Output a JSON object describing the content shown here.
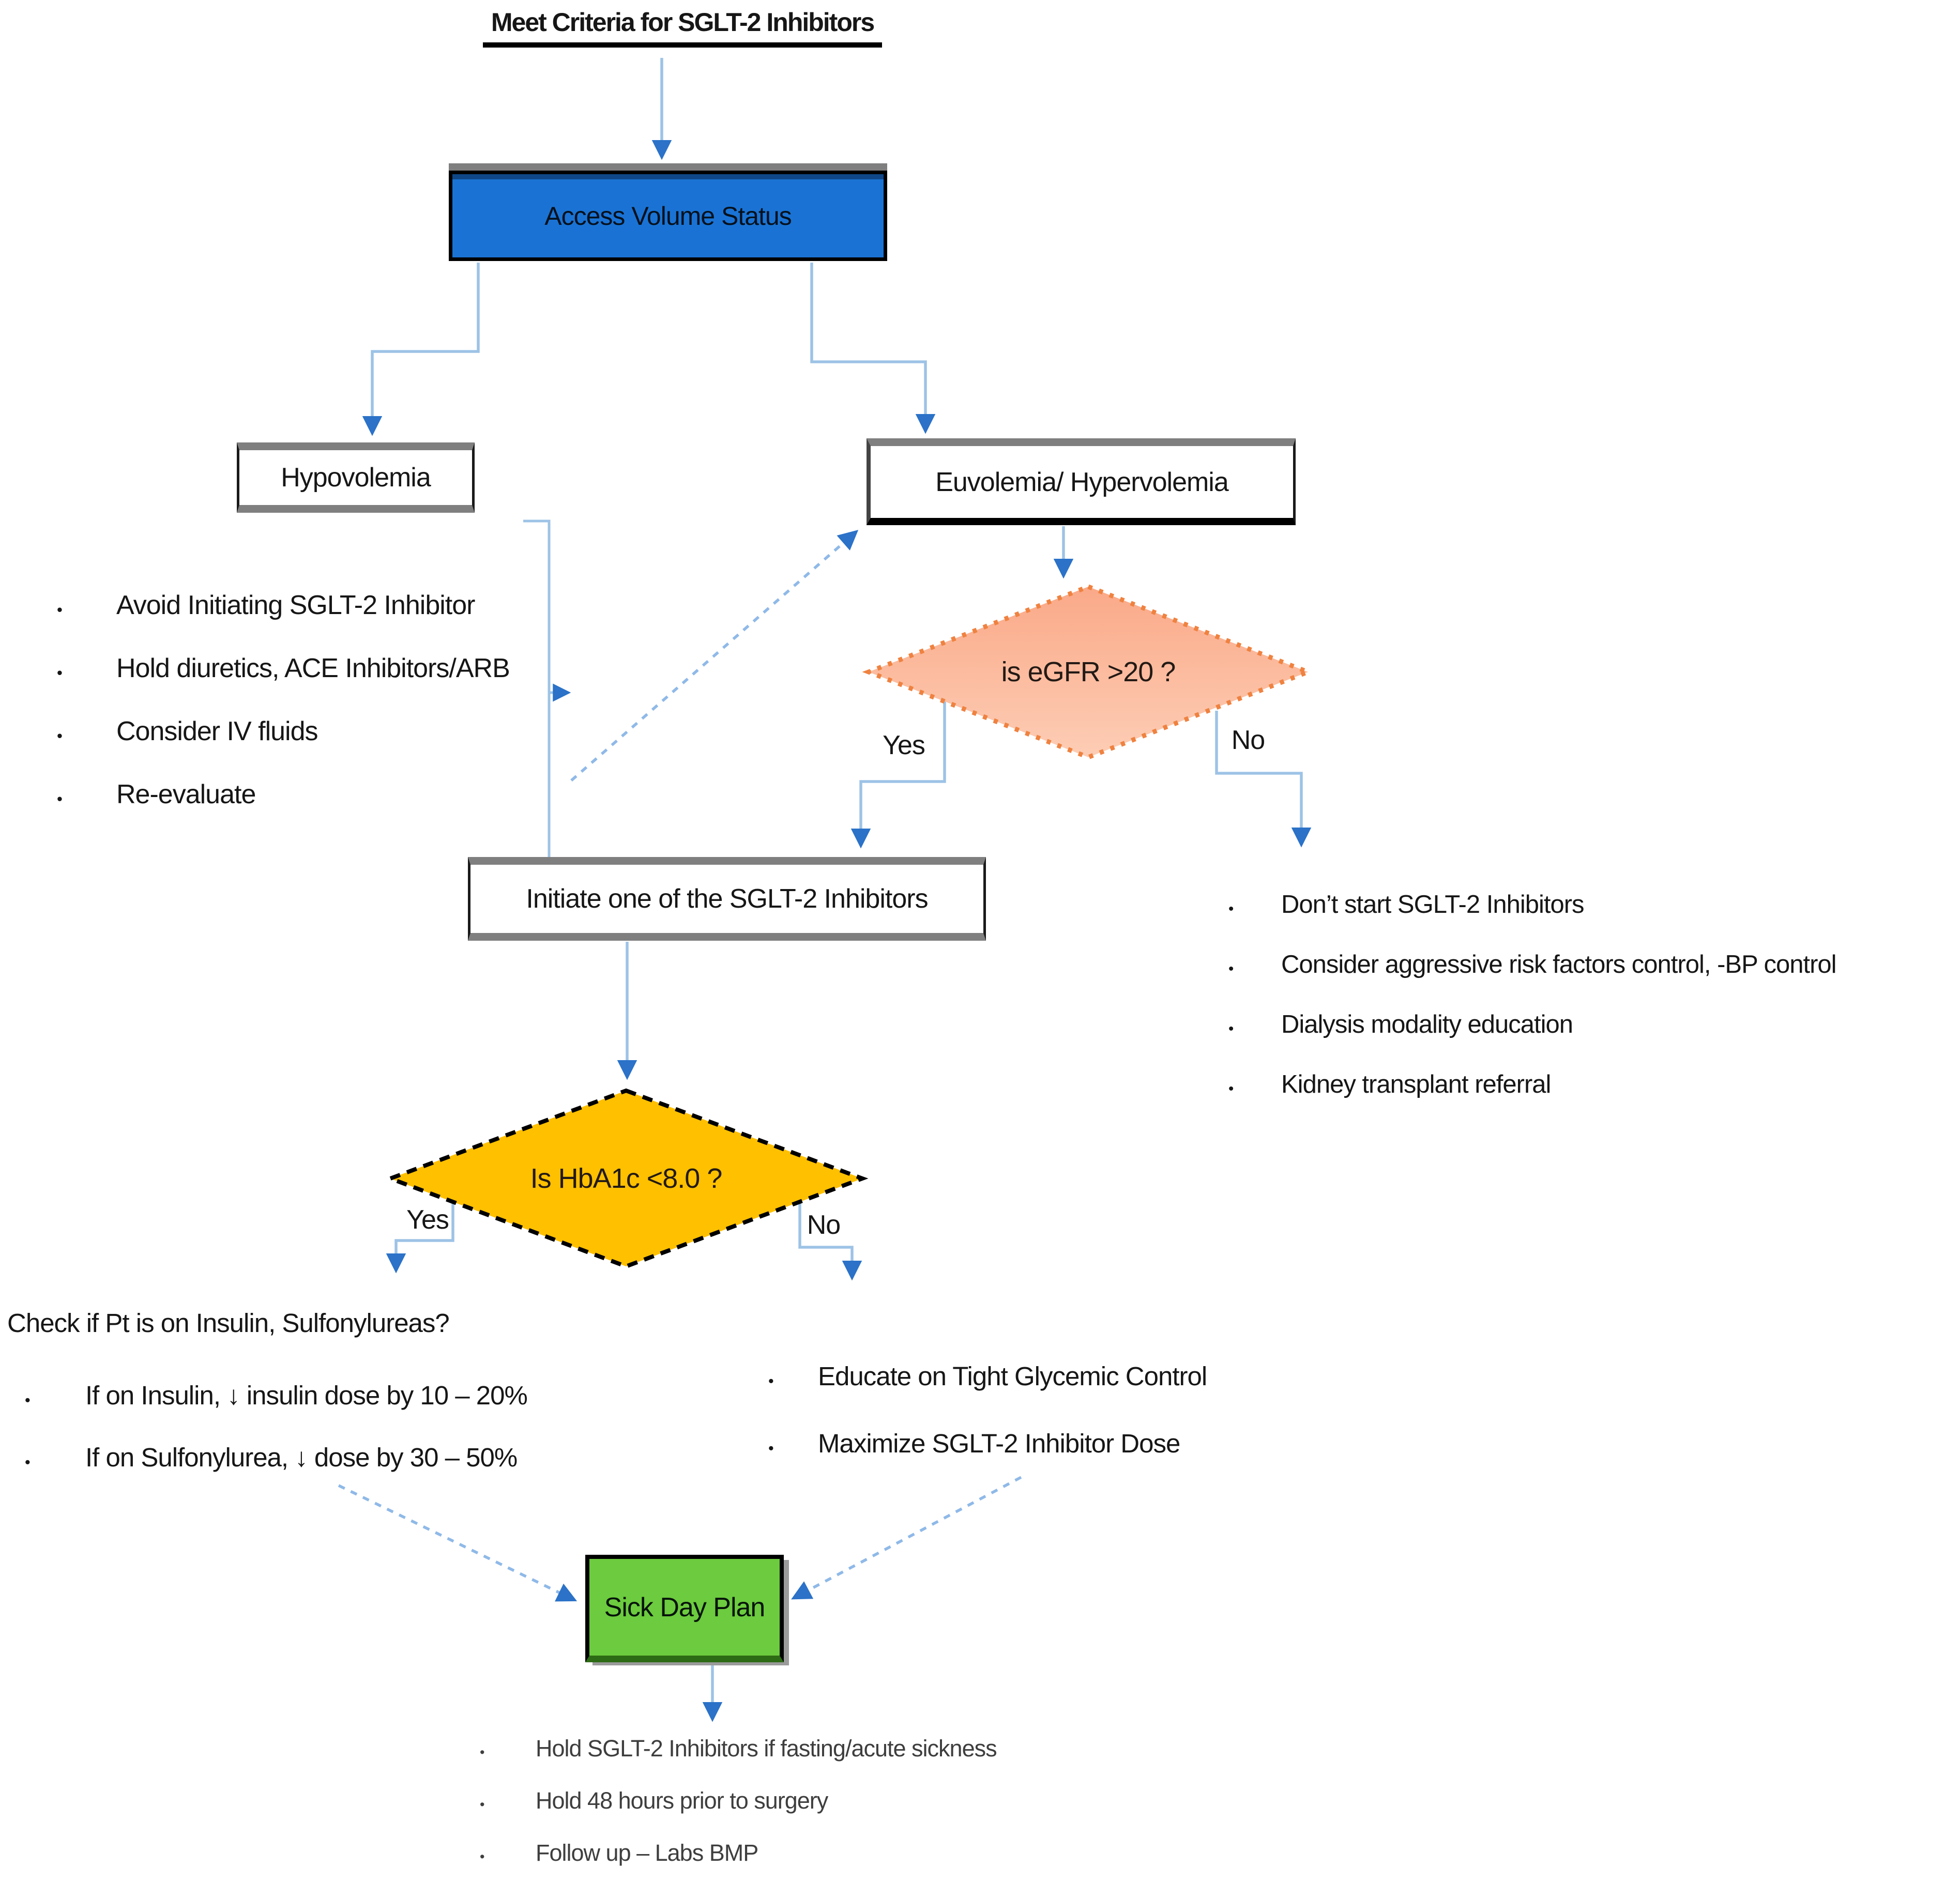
{
  "title": "Meet Criteria for SGLT-2 Inhibitors",
  "nodes": {
    "access": "Access Volume Status",
    "hypovolemia": "Hypovolemia",
    "euvolemia": "Euvolemia/ Hypervolemia",
    "egfr_question": "is eGFR >20 ?",
    "initiate": "Initiate one of the SGLT-2 Inhibitors",
    "hba1c_question": "Is HbA1c <8.0 ?",
    "sick_day_plan": "Sick Day Plan"
  },
  "labels": {
    "egfr_yes": "Yes",
    "egfr_no": "No",
    "hba1c_yes": "Yes",
    "hba1c_no": "No"
  },
  "lists": {
    "hypovolemia_actions": [
      "Avoid Initiating SGLT-2 Inhibitor",
      "Hold diuretics, ACE Inhibitors/ARB",
      "Consider IV fluids",
      "Re-evaluate"
    ],
    "no_sglt2_actions": [
      "Don’t start SGLT-2 Inhibitors",
      "Consider aggressive risk factors control, -BP control",
      "Dialysis modality education",
      "Kidney transplant referral"
    ],
    "insulin_check": {
      "heading": "Check if Pt is on Insulin, Sulfonylureas?",
      "items": [
        "If on Insulin, ↓ insulin dose by 10 – 20%",
        "If on Sulfonylurea, ↓ dose by 30 – 50%"
      ]
    },
    "glycemic_actions": [
      "Educate on Tight Glycemic Control",
      "Maximize SGLT-2 Inhibitor Dose"
    ],
    "sick_day_actions": [
      "Hold SGLT-2 Inhibitors if fasting/acute sickness",
      "Hold 48 hours prior to surgery",
      "Follow up – Labs BMP"
    ]
  },
  "colors": {
    "process_blue": "#1A73D4",
    "decision_orange_fill_top": "#FAA988",
    "decision_orange_fill_bottom": "#FDCDB5",
    "decision_orange_border": "#EF8240",
    "decision_yellow": "#FFC000",
    "terminal_green": "#6CCB3E",
    "connector_blue": "#9DC3E6",
    "arrowhead_blue": "#2B72C8"
  }
}
